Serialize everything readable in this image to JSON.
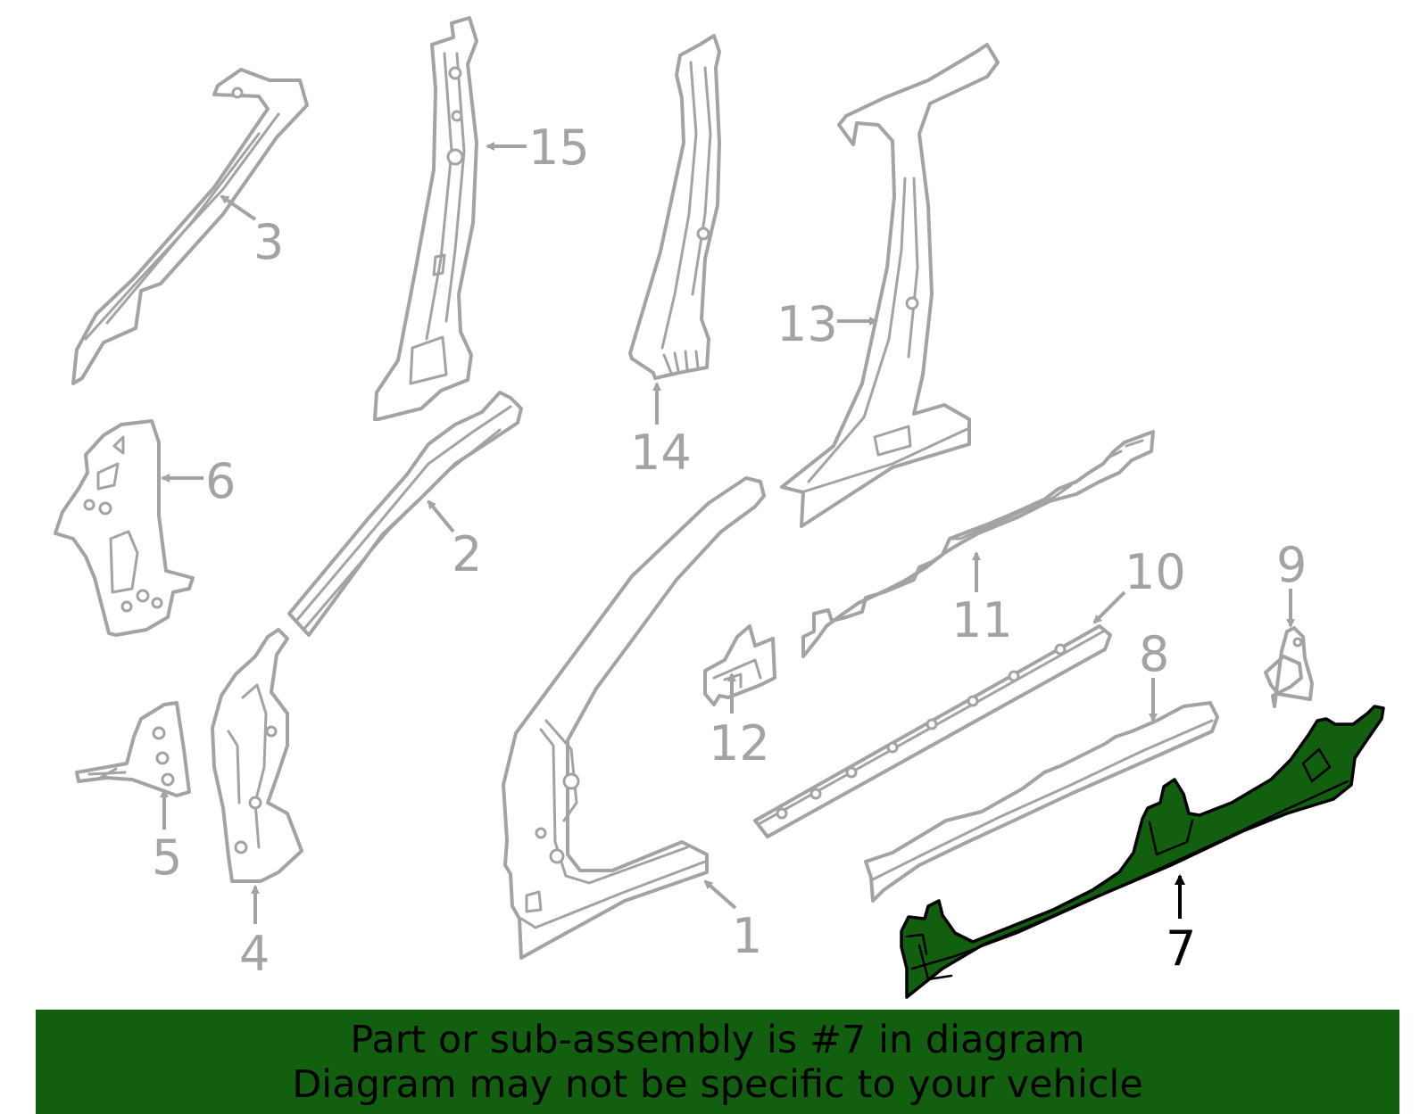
{
  "colors": {
    "highlight_fill": "#12600f",
    "part_outline": "#a3a3a3",
    "highlight_outline": "#000000",
    "banner_background": "#12600f"
  },
  "highlighted_part": "7",
  "callouts": {
    "c1": "1",
    "c2": "2",
    "c3": "3",
    "c4": "4",
    "c5": "5",
    "c6": "6",
    "c7": "7",
    "c8": "8",
    "c9": "9",
    "c10": "10",
    "c11": "11",
    "c12": "12",
    "c13": "13",
    "c14": "14",
    "c15": "15"
  },
  "banner": {
    "line1": "Part or sub-assembly is #7 in diagram",
    "line2": "Diagram may not be specific to your vehicle"
  }
}
